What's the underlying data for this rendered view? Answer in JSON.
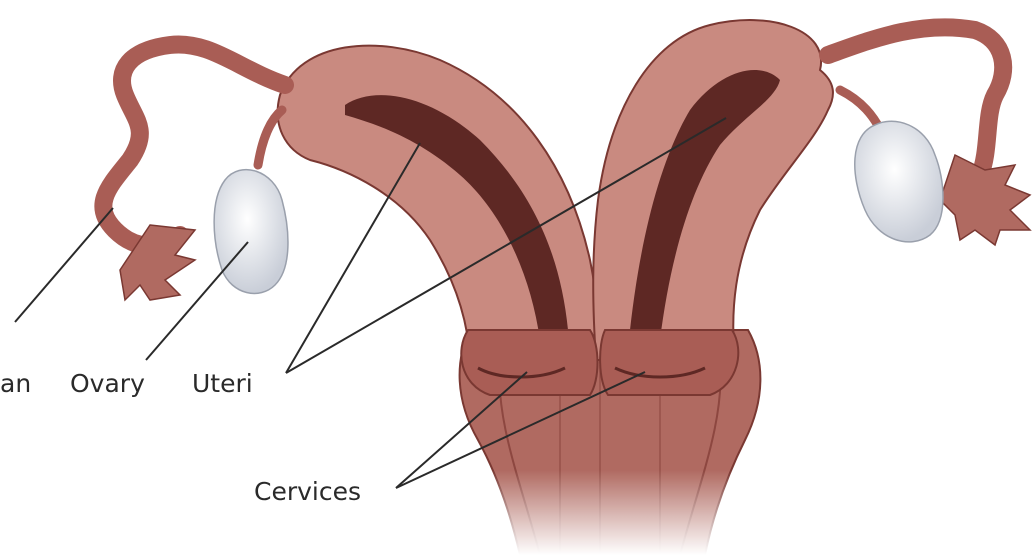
{
  "labels": {
    "fallopian_tube_partial": "an",
    "ovary": "Ovary",
    "uteri": "Uteri",
    "cervices": "Cervices"
  },
  "colors": {
    "tissue": "#a95d55",
    "tissue_light": "#c98a80",
    "tissue_dark": "#7a3832",
    "cavity": "#5e2824",
    "ovary": "#dfe3ea",
    "leader_line": "#2a2a2a"
  }
}
